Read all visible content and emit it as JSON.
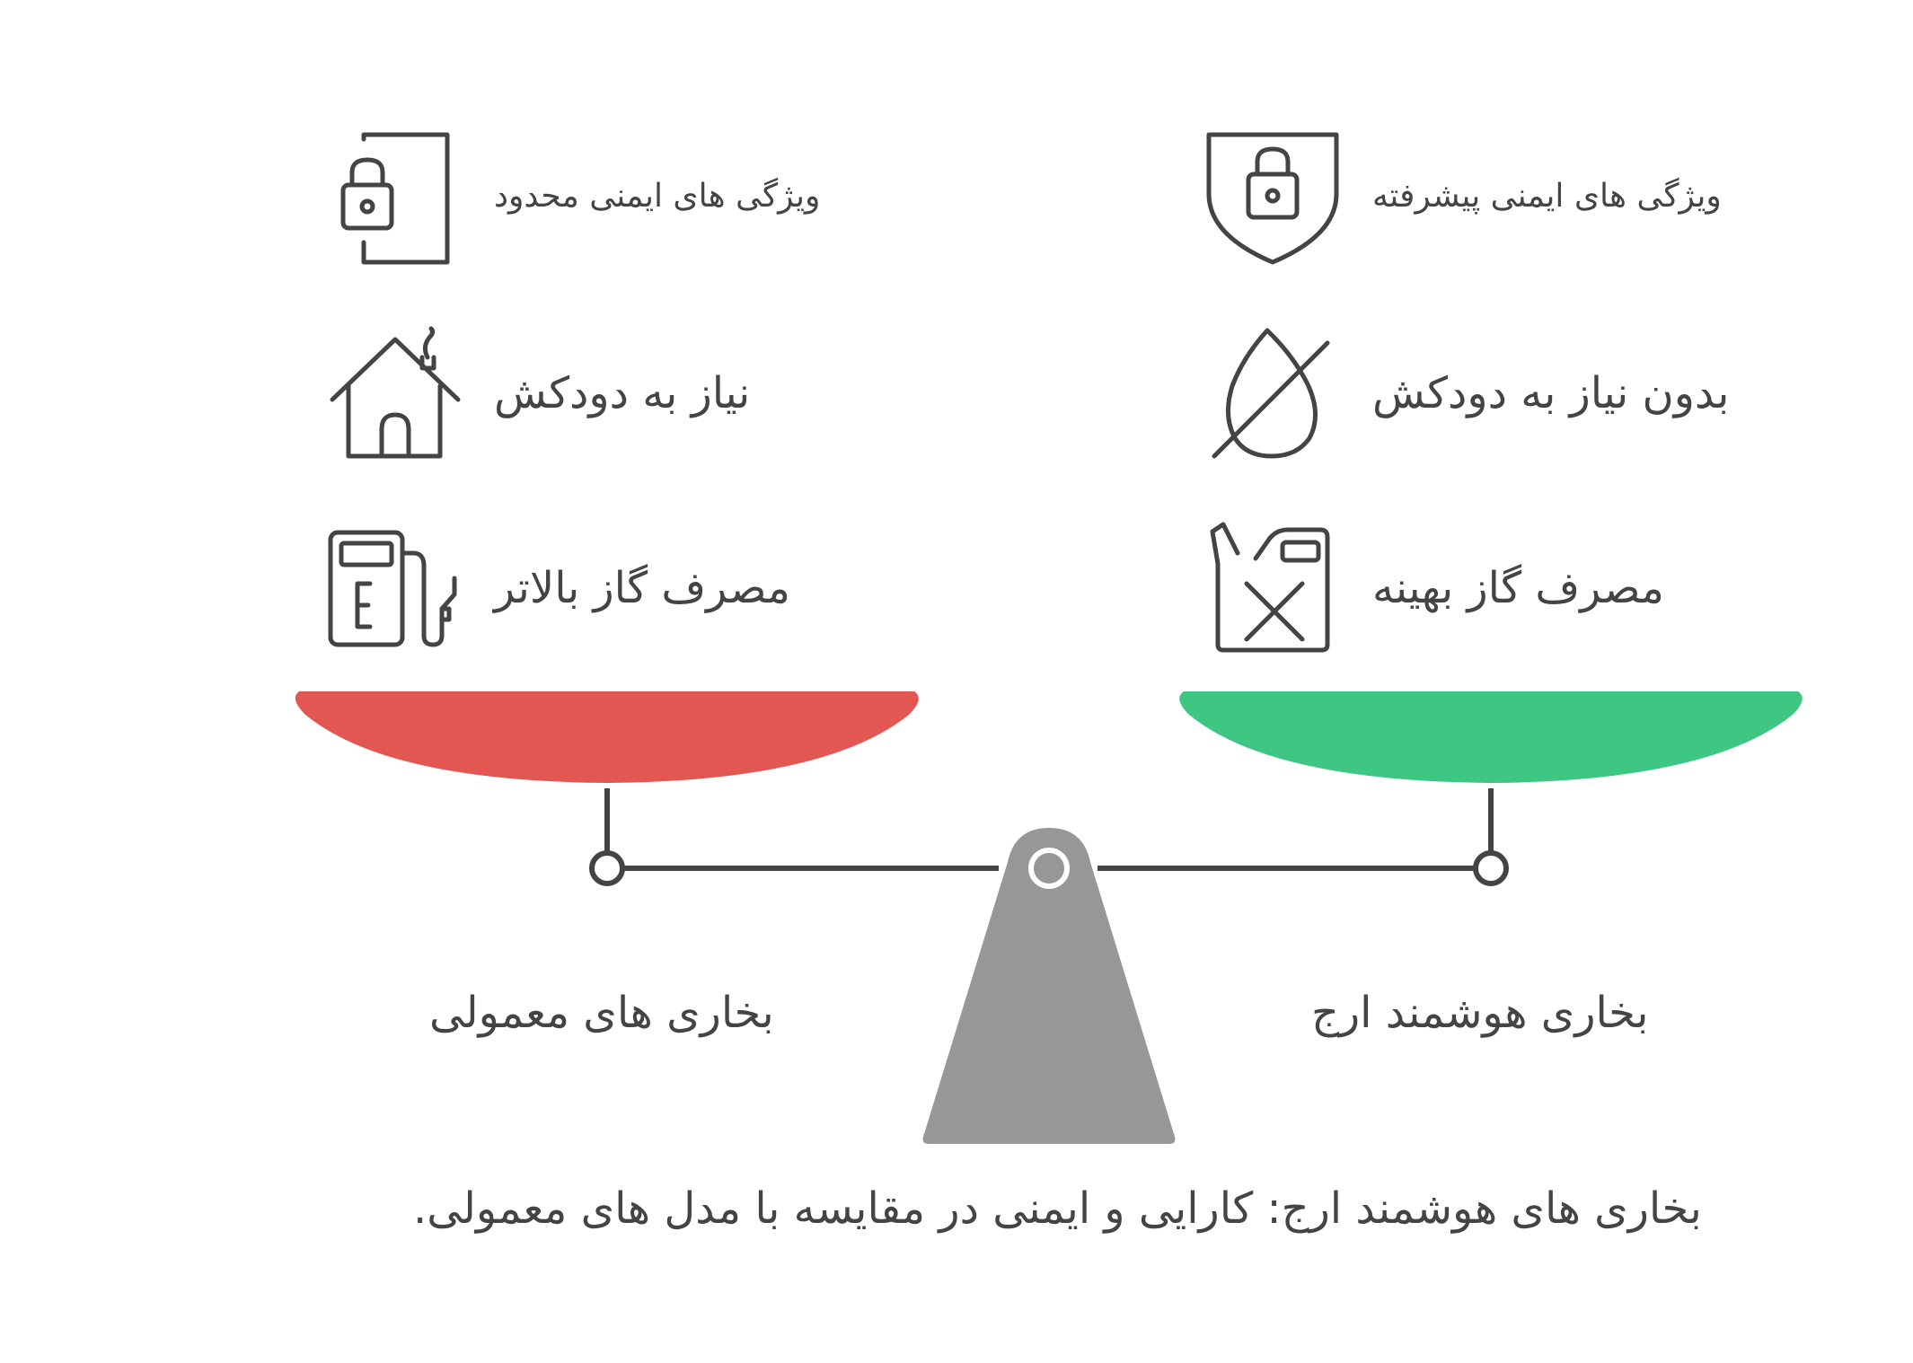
{
  "colors": {
    "left_pan": "#e35753",
    "right_pan": "#3ec683",
    "fulcrum": "#979797",
    "stroke": "#444444"
  },
  "left": {
    "title": "بخاری های معمولی",
    "features": [
      {
        "icon": "lock-phone-icon",
        "text": "ویژگی های ایمنی محدود"
      },
      {
        "icon": "house-chimney-icon",
        "text": "نیاز به دودکش"
      },
      {
        "icon": "fuel-pump-icon",
        "text": "مصرف گاز بالاتر"
      }
    ]
  },
  "right": {
    "title": "بخاری هوشمند ارج",
    "features": [
      {
        "icon": "shield-lock-icon",
        "text": "ویژگی های ایمنی پیشرفته"
      },
      {
        "icon": "no-smoke-drop-icon",
        "text": "بدون نیاز به دودکش"
      },
      {
        "icon": "jerrycan-x-icon",
        "text": "مصرف گاز بهینه"
      }
    ]
  },
  "caption": "بخاری های هوشمند ارج: کارایی و ایمنی در مقایسه با مدل های معمولی."
}
